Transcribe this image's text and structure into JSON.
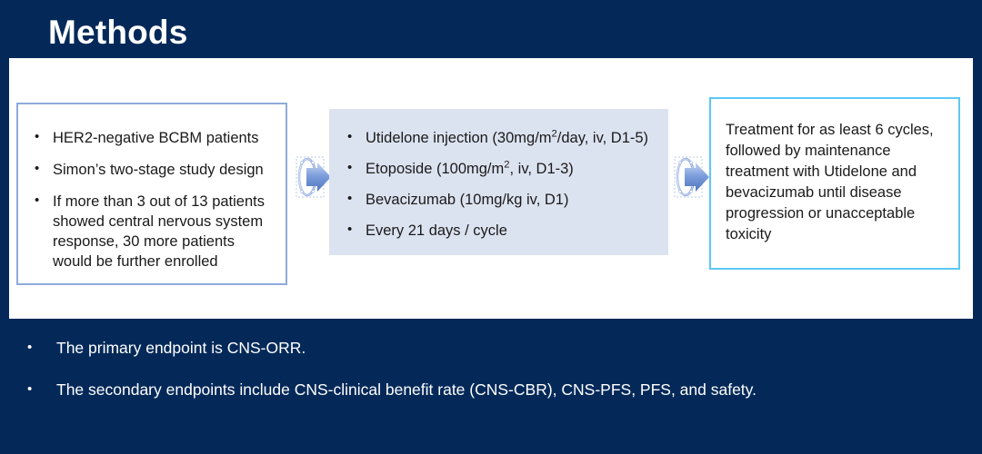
{
  "slide": {
    "title": "Methods",
    "background_color": "#042959",
    "panel_color": "#ffffff"
  },
  "flow": {
    "box_eligibility": {
      "border_color": "#8FAADC",
      "items": [
        "HER2-negative BCBM patients",
        "Simon’s two-stage study design",
        "If more than 3 out of 13 patients showed central nervous system response, 30 more patients would be further enrolled"
      ]
    },
    "box_regimen": {
      "background_color": "#DCE3F0",
      "items": [
        {
          "pre": "Utidelone injection (30mg/m",
          "sup": "2",
          "post": "/day, iv, D1-5)"
        },
        {
          "pre": "Etoposide (100mg/m",
          "sup": "2",
          "post": ", iv, D1-3)"
        },
        {
          "pre": "Bevacizumab (10mg/kg iv, D1)",
          "sup": "",
          "post": ""
        },
        {
          "pre": "Every 21 days / cycle",
          "sup": "",
          "post": ""
        }
      ]
    },
    "box_maintenance": {
      "border_color": "#5BC8F5",
      "text": "Treatment for as least 6 cycles, followed by maintenance treatment with Utidelone and bevacizumab until disease progression or unacceptable toxicity"
    },
    "arrows": [
      {
        "name": "arrow-right-icon",
        "color": "#5B7FC7"
      },
      {
        "name": "arrow-right-icon",
        "color": "#5B7FC7"
      }
    ]
  },
  "endpoints": {
    "items": [
      "The primary endpoint is CNS-ORR.",
      "The secondary endpoints include CNS-clinical benefit rate (CNS-CBR), CNS-PFS, PFS, and safety."
    ]
  }
}
